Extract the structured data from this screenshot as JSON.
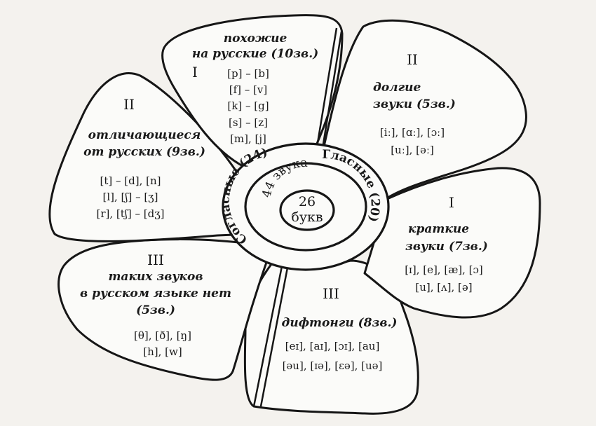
{
  "center": {
    "letters_count": "26",
    "letters_word": "букв"
  },
  "middle_ring": {
    "text": "44 звука"
  },
  "outer_ring": {
    "left": "Согласные (24)",
    "right": "Гласные (20)"
  },
  "petals": {
    "top": {
      "numeral": "I",
      "title": [
        "похожие",
        "на русские (10зв.)"
      ],
      "sounds": [
        "[p] – [b]",
        "[f] – [v]",
        "[k] – [g]",
        "[s] – [z]",
        "[m], [j]"
      ]
    },
    "upper_left": {
      "numeral": "II",
      "title": [
        "отличающиеся",
        "от русских (9зв.)"
      ],
      "sounds": [
        "[t] – [d], [n]",
        "[l], [ʃ] – [ʒ]",
        "[r], [tʃ] – [dʒ]"
      ]
    },
    "lower_left": {
      "numeral": "III",
      "title": [
        "таких звуков",
        "в русском языке нет",
        "(5зв.)"
      ],
      "sounds": [
        "[θ], [ð], [ŋ]",
        "[h], [w]"
      ]
    },
    "bottom": {
      "numeral": "III",
      "title": [
        "дифтонги (8зв.)"
      ],
      "sounds": [
        "[eɪ], [aɪ], [ɔɪ], [au]",
        "[əu], [ɪə], [ɛə], [uə]"
      ]
    },
    "upper_right": {
      "numeral": "II",
      "title": [
        "долгие",
        "звуки (5зв.)"
      ],
      "sounds": [
        "[iː], [ɑː], [ɔː]",
        "[uː], [əː]"
      ]
    },
    "lower_right": {
      "numeral": "I",
      "title": [
        "краткие",
        "звуки (7зв.)"
      ],
      "sounds": [
        "[ɪ], [e], [æ], [ɔ]",
        "[u], [ʌ], [ə]"
      ]
    }
  }
}
